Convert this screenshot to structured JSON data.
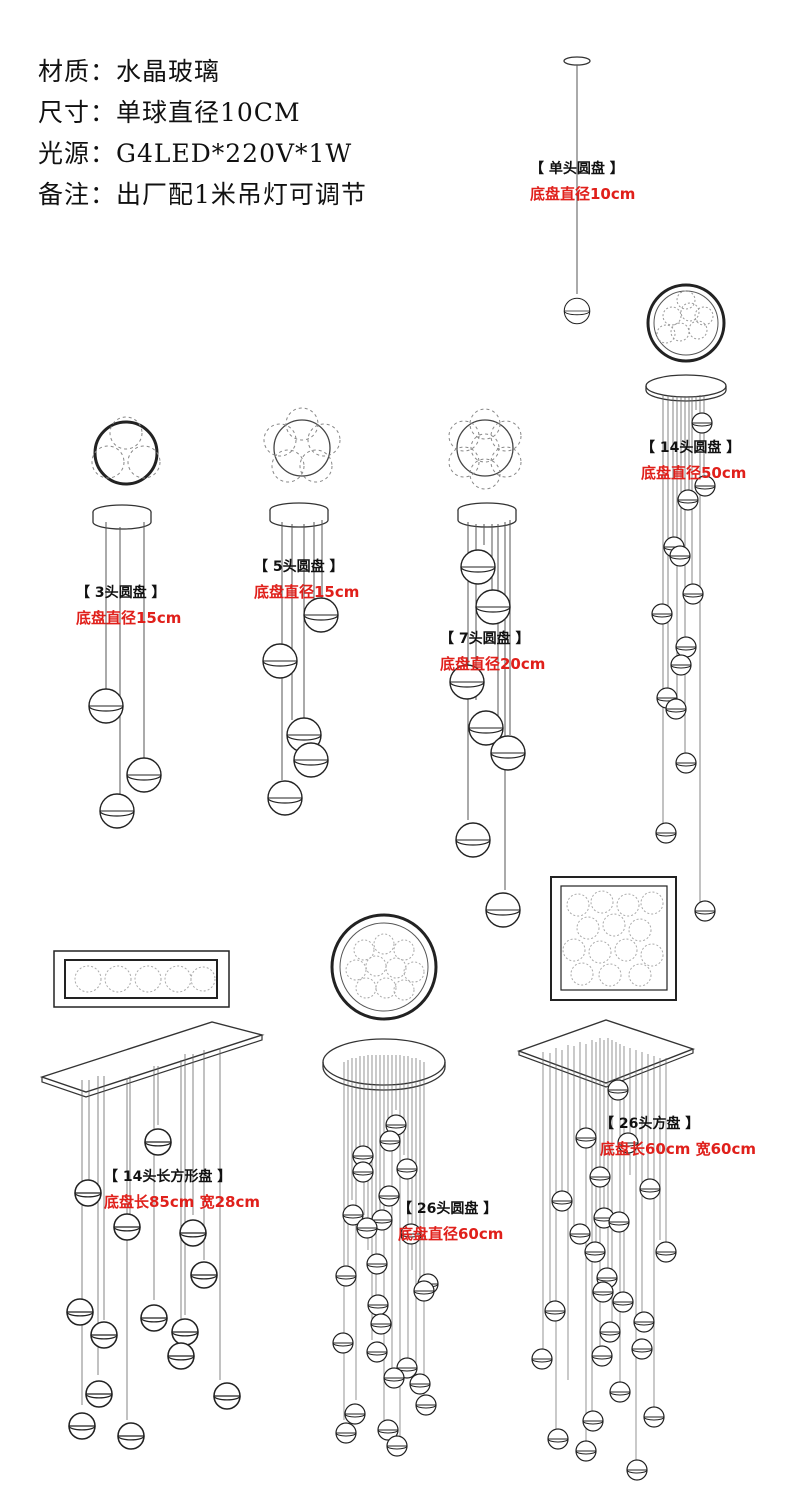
{
  "specs": {
    "material": "材质：水晶玻璃",
    "size": "尺寸：单球直径10CM",
    "light": "光源：G4LED*220V*1W",
    "note": "备注：出厂配1米吊灯可调节"
  },
  "products": {
    "single": {
      "title": "【 单头圆盘 】",
      "spec": "底盘直径10cm"
    },
    "three": {
      "title": "【 3头圆盘 】",
      "spec": "底盘直径15cm"
    },
    "five": {
      "title": "【 5头圆盘 】",
      "spec": "底盘直径15cm"
    },
    "seven": {
      "title": "【 7头圆盘 】",
      "spec": "底盘直径20cm"
    },
    "fourteen_round": {
      "title": "【 14头圆盘 】",
      "spec": "底盘直径50cm"
    },
    "fourteen_rect": {
      "title": "【 14头长方形盘 】",
      "spec": "底盘长85cm 宽28cm"
    },
    "twentysix_round": {
      "title": "【 26头圆盘 】",
      "spec": "底盘直径60cm"
    },
    "twentysix_square": {
      "title": "【 26头方盘 】",
      "spec": "底盘长60cm 宽60cm"
    }
  },
  "colors": {
    "line": "#333333",
    "accent": "#e0201b",
    "dash": "#888888"
  }
}
